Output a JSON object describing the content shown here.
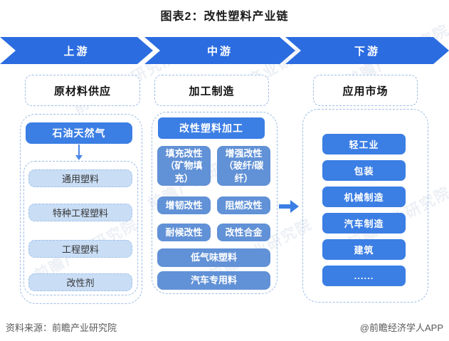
{
  "title": "图表2：改性塑料产业链",
  "banner": {
    "segments": [
      {
        "label": "上游"
      },
      {
        "label": "中游"
      },
      {
        "label": "下游"
      }
    ]
  },
  "upstream": {
    "header": "原材料供应",
    "source_box": "石油天然气",
    "items": [
      "通用塑料",
      "特种工程塑料",
      "工程塑料",
      "改性剂"
    ]
  },
  "midstream": {
    "header": "加工制造",
    "process_box": "改性塑料加工",
    "grid_items": [
      "填充改性（矿物填充）",
      "增强改性（玻纤/碳纤）",
      "增韧改性",
      "阻燃改性",
      "耐候改性",
      "改性合金"
    ],
    "wide_items": [
      "低气味塑料",
      "汽车专用料"
    ]
  },
  "downstream": {
    "header": "应用市场",
    "items": [
      "轻工业",
      "包装",
      "机械制造",
      "汽车制造",
      "建筑",
      "......"
    ]
  },
  "footer": {
    "source": "资料来源：前瞻产业研究院",
    "credit": "@前瞻经济学人APP"
  },
  "watermark": {
    "text": "前瞻产业研究院"
  },
  "colors": {
    "banner-blue": "#2B6CE0",
    "box-blue": "#3B7EE4",
    "grid-blue": "#6191D6",
    "light-blue-bg": "#C9DDF5",
    "light-blue-border": "#9FC2EA",
    "dashed-border": "#9DBDE6",
    "arrow-blue": "#3B7EE4",
    "footer-gray": "#595959",
    "watermark-color": "#8FA8C8"
  }
}
